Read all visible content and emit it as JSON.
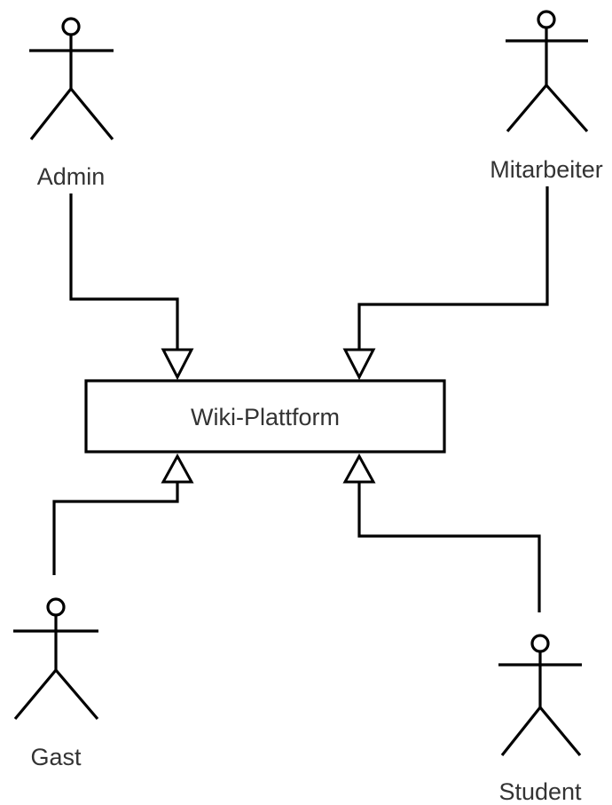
{
  "diagram": {
    "type": "uml-use-case",
    "system": {
      "label": "Wiki-Plattform"
    },
    "actors": [
      {
        "id": "admin",
        "label": "Admin"
      },
      {
        "id": "mitarbeiter",
        "label": "Mitarbeiter"
      },
      {
        "id": "gast",
        "label": "Gast"
      },
      {
        "id": "student",
        "label": "Student"
      }
    ],
    "associations": [
      {
        "from": "admin",
        "to": "system",
        "kind": "generalization"
      },
      {
        "from": "mitarbeiter",
        "to": "system",
        "kind": "generalization"
      },
      {
        "from": "gast",
        "to": "system",
        "kind": "generalization"
      },
      {
        "from": "student",
        "to": "system",
        "kind": "generalization"
      }
    ],
    "colors": {
      "line": "#000000",
      "text": "#333333",
      "background": "#ffffff"
    }
  }
}
